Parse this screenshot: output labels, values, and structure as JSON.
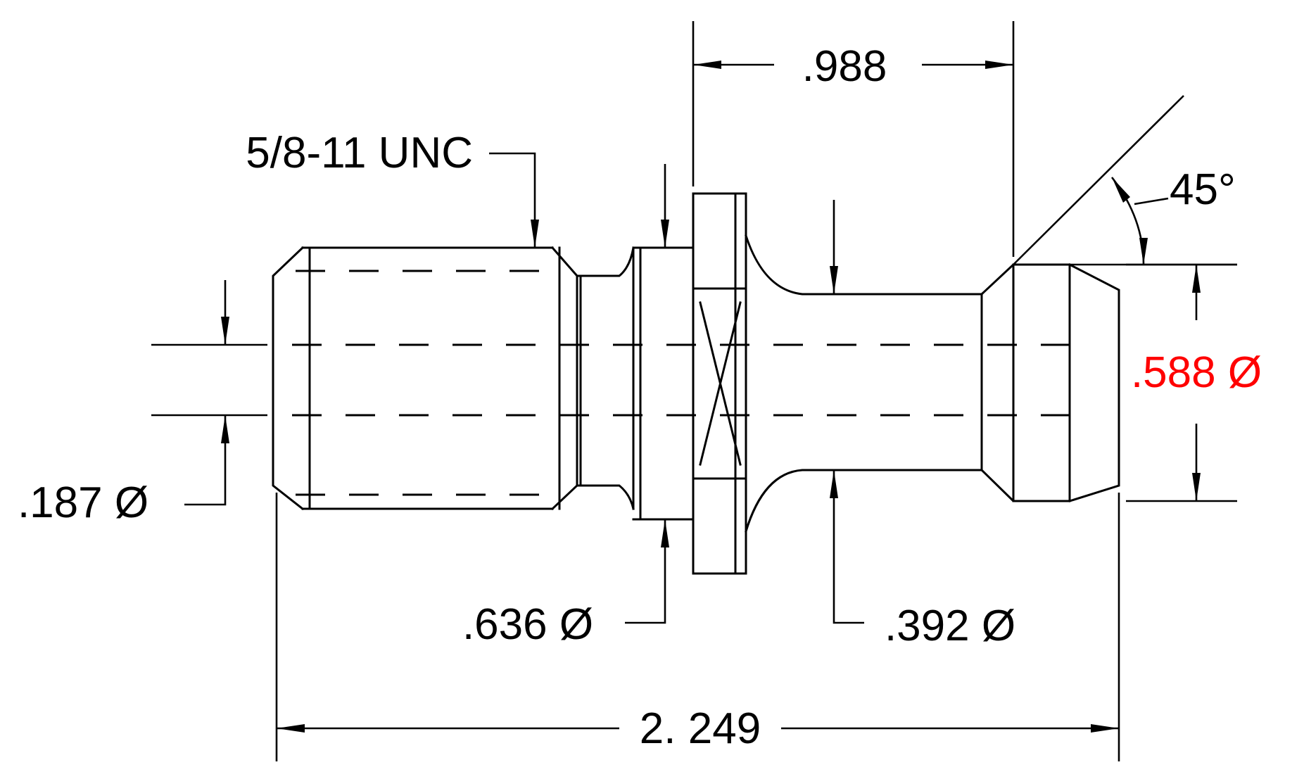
{
  "labels": {
    "overall_length": "2. 249",
    "flange_offset": ".988",
    "thread": "5/8-11 UNC",
    "angle": "45°",
    "head_dia": ".588 Ø",
    "bore_dia": ".187 Ø",
    "collar_dia": ".636 Ø",
    "neck_dia": ".392 Ø"
  },
  "colors": {
    "line": "#000000",
    "highlight": "#ff0000"
  }
}
